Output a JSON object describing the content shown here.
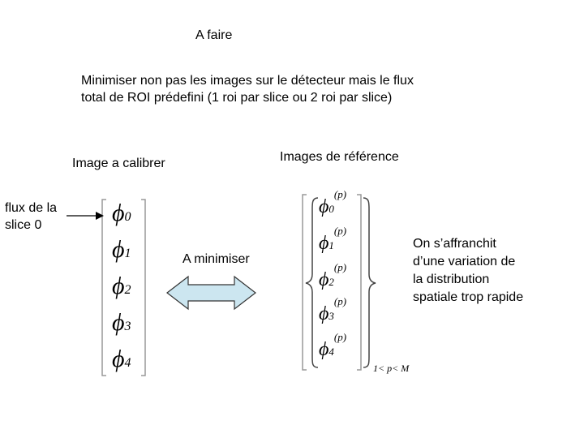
{
  "title": "A faire",
  "objective": {
    "line1": "Minimiser non pas les images sur le détecteur mais le flux",
    "line2": "total de ROI  prédefini (1 roi par slice ou 2 roi par slice)"
  },
  "image_to_calibrate_label": "Image a calibrer",
  "reference_images_label": "Images de référence",
  "flux_label": {
    "line1": "flux de la",
    "line2": "slice 0"
  },
  "minimize_label": "A minimiser",
  "note": {
    "line1": "On s’affranchit",
    "line2": "d’une variation de",
    "line3": "la distribution",
    "line4": "spatiale trop rapide"
  },
  "math": {
    "symbol": "ϕ",
    "subscripts": [
      "0",
      "1",
      "2",
      "3",
      "4"
    ],
    "superscript": "(p)",
    "range": "1< p< M"
  },
  "colors": {
    "arrow_fill": "#cce6f0",
    "arrow_stroke": "#333333"
  },
  "icons": [
    "double-arrow-icon",
    "pointer-arrow-icon"
  ]
}
